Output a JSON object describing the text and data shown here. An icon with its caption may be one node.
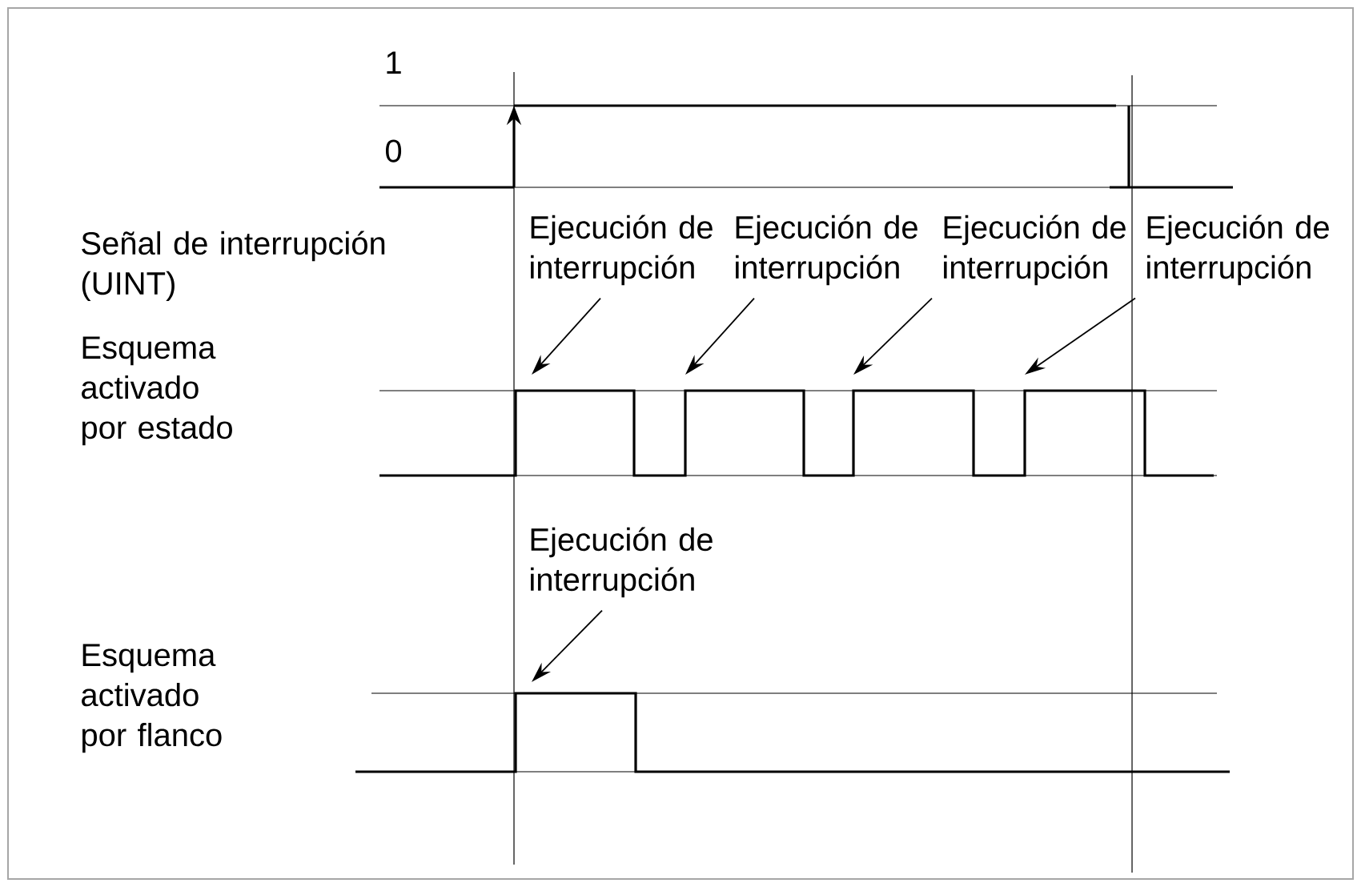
{
  "diagram": {
    "nodes": [
      {
        "text": [
          "Ejecución de interrupción"
        ]
      },
      {
        "text": [
          "Ejecución de interrupción"
        ]
      },
      {
        "text": [
          "Ejecución de interrupción"
        ]
      },
      {
        "text": [
          "Ejecución de interrupción"
        ]
      },
      {
        "text": [
          "Ejecución de interrupción"
        ]
      }
    ],
    "edges": [
      {
        "from": 0,
        "to": null,
        "arrow": "to"
      },
      {
        "from": 1,
        "to": null,
        "arrow": "to"
      },
      {
        "from": 2,
        "to": null,
        "arrow": "to"
      },
      {
        "from": 3,
        "to": null,
        "arrow": "to"
      },
      {
        "from": 4,
        "to": null,
        "arrow": "to"
      }
    ],
    "labels": [
      "1",
      "0",
      "Señal de interrupción (UINT)",
      "Esquema activado por estado",
      "Esquema activado por flanco"
    ]
  }
}
